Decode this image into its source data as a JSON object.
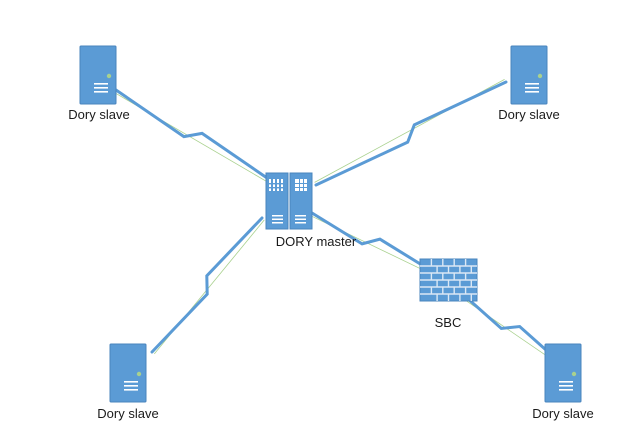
{
  "colors": {
    "device_fill": "#5b9bd5",
    "device_edge": "#4a84bd",
    "device_detail": "#ffffff",
    "led": "#a9d18e",
    "link": "#5b9bd5",
    "link_thin": "#a9d18e",
    "wall_fill": "#5b9bd5",
    "wall_mortar": "#dbe8f5",
    "label": "#1a1a1a"
  },
  "nodes": {
    "slave_tl": {
      "label": "Dory slave",
      "icon": "server-icon"
    },
    "slave_tr": {
      "label": "Dory slave",
      "icon": "server-icon"
    },
    "slave_bl": {
      "label": "Dory slave",
      "icon": "server-icon"
    },
    "slave_br": {
      "label": "Dory slave",
      "icon": "server-icon"
    },
    "master": {
      "label": "DORY master",
      "icon": "master-server-icon"
    },
    "sbc": {
      "label": "SBC",
      "icon": "firewall-icon"
    }
  }
}
